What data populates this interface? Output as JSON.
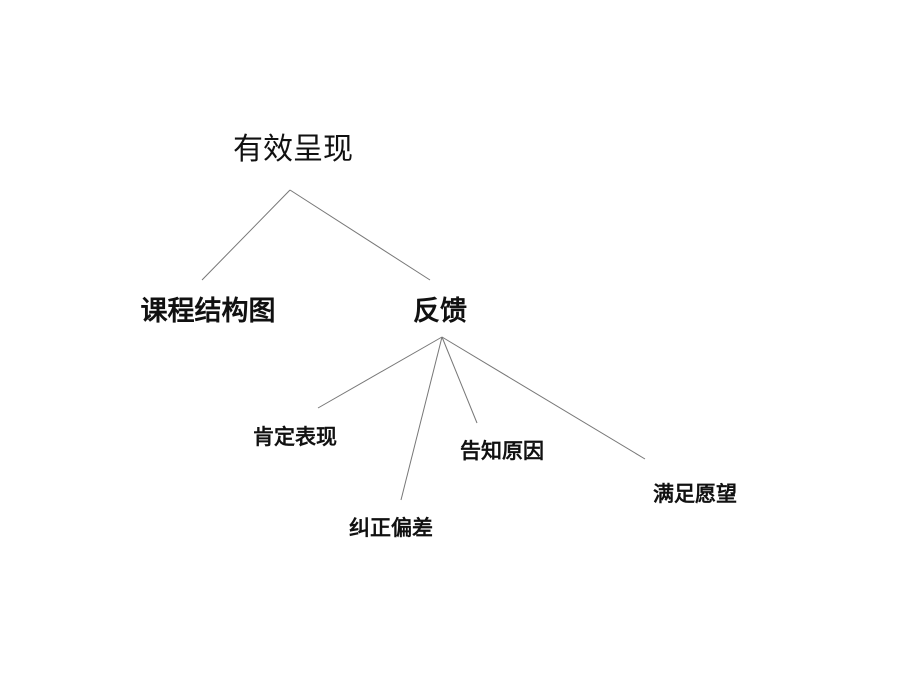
{
  "diagram": {
    "root": {
      "label": "有效呈现"
    },
    "level1": [
      {
        "id": "course",
        "label": "课程结构图"
      },
      {
        "id": "feedback",
        "label": "反馈"
      }
    ],
    "feedback_children": [
      {
        "id": "affirm",
        "label": "肯定表现"
      },
      {
        "id": "correct",
        "label": "纠正偏差"
      },
      {
        "id": "reason",
        "label": "告知原因"
      },
      {
        "id": "wish",
        "label": "满足愿望"
      }
    ]
  }
}
